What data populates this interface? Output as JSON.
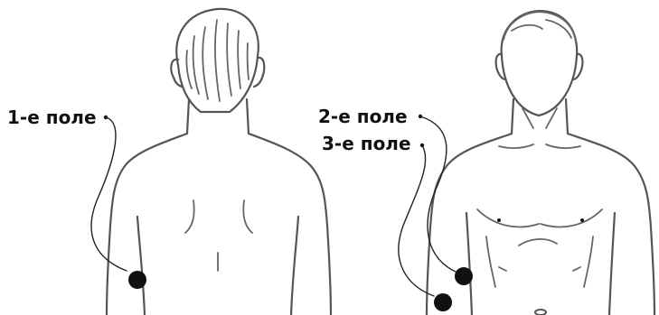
{
  "labels": {
    "field1": "1-е поле",
    "field2": "2-е поле",
    "field3": "3-е поле"
  },
  "figures": {
    "left": "back-view",
    "right": "front-view"
  },
  "colors": {
    "outline": "#555555",
    "marker": "#111111",
    "text": "#111111"
  }
}
